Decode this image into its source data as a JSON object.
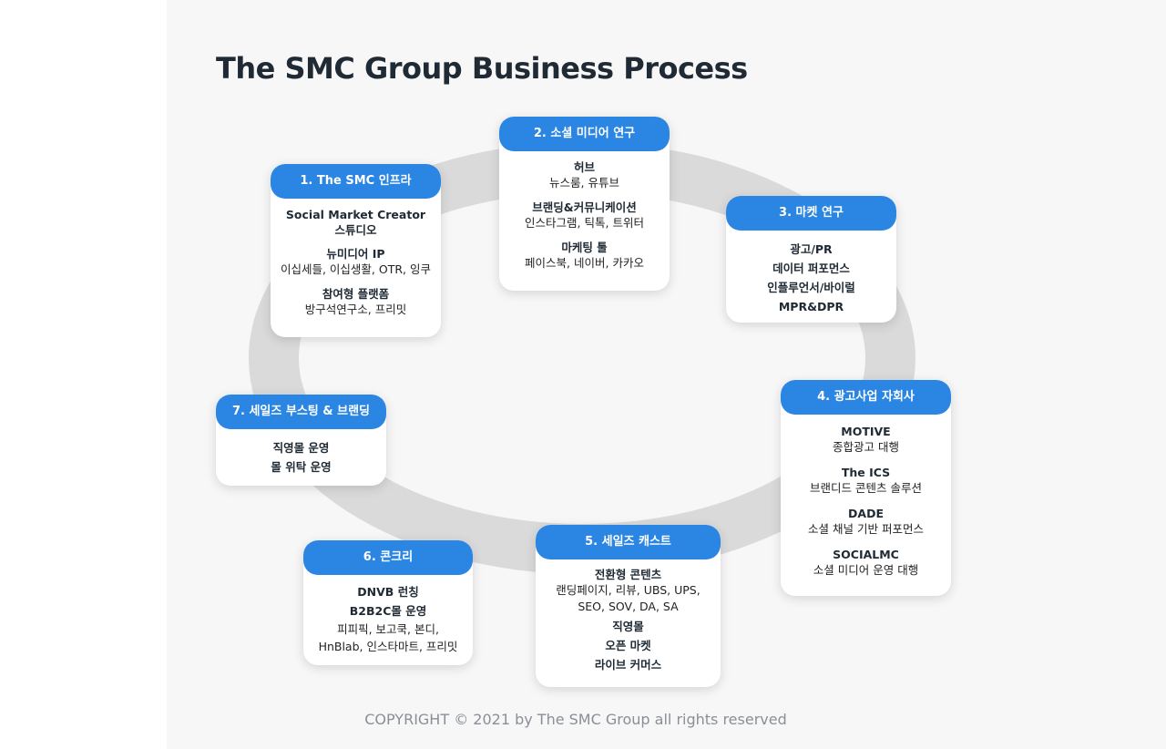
{
  "title": "The SMC Group Business Process",
  "footer": "COPYRIGHT © 2021 by The SMC Group all rights reserved",
  "cards": [
    {
      "head": "1. The SMC 인프라",
      "entries": [
        {
          "name": "Social Market Creator",
          "desc": "스튜디오",
          "desc_bold": true
        },
        {
          "name": "뉴미디어 IP",
          "desc": "이십세들, 이십생활, OTR, 잉쿠"
        },
        {
          "name": "참여형 플랫폼",
          "desc": "방구석연구소, 프리밋"
        }
      ]
    },
    {
      "head": "2. 소셜 미디어 연구",
      "entries": [
        {
          "name": "허브",
          "desc": "뉴스룸, 유튜브"
        },
        {
          "name": "브랜딩&커뮤니케이션",
          "desc": "인스타그램, 틱톡, 트위터"
        },
        {
          "name": "마케팅 툴",
          "desc": "페이스북, 네이버, 카카오"
        }
      ]
    },
    {
      "head": "3. 마켓 연구",
      "entries": [
        {
          "name": "광고/PR"
        },
        {
          "name": "데이터 퍼포먼스"
        },
        {
          "name": "인플루언서/바이럴"
        },
        {
          "name": "MPR&DPR"
        }
      ]
    },
    {
      "head": "4. 광고사업 자회사",
      "entries": [
        {
          "name": "MOTIVE",
          "desc": "종합광고 대행"
        },
        {
          "name": "The ICS",
          "desc": "브랜디드 콘텐츠 솔루션"
        },
        {
          "name": "DADE",
          "desc": "소셜 채널 기반 퍼포먼스"
        },
        {
          "name": "SOCIALMC",
          "desc": "소셜 미디어 운영 대행"
        }
      ]
    },
    {
      "head": "5. 세일즈 캐스트",
      "entries": [
        {
          "name": "전환형 콘텐츠",
          "desc": "랜딩페이지, 리뷰, UBS, UPS,\nSEO, SOV, DA, SA"
        },
        {
          "name": "직영몰"
        },
        {
          "name": "오픈 마켓"
        },
        {
          "name": "라이브 커머스"
        }
      ]
    },
    {
      "head": "6. 콘크리",
      "entries": [
        {
          "name": "DNVB 런칭"
        },
        {
          "name": "B2B2C몰 운영",
          "desc": "피피픽, 보고쿡, 본디,\nHnBlab, 인스타마트, 프리밋"
        }
      ]
    },
    {
      "head": "7. 세일즈 부스팅 & 브랜딩",
      "entries": [
        {
          "name": "직영몰 운영"
        },
        {
          "name": "몰 위탁 운영"
        }
      ]
    }
  ]
}
